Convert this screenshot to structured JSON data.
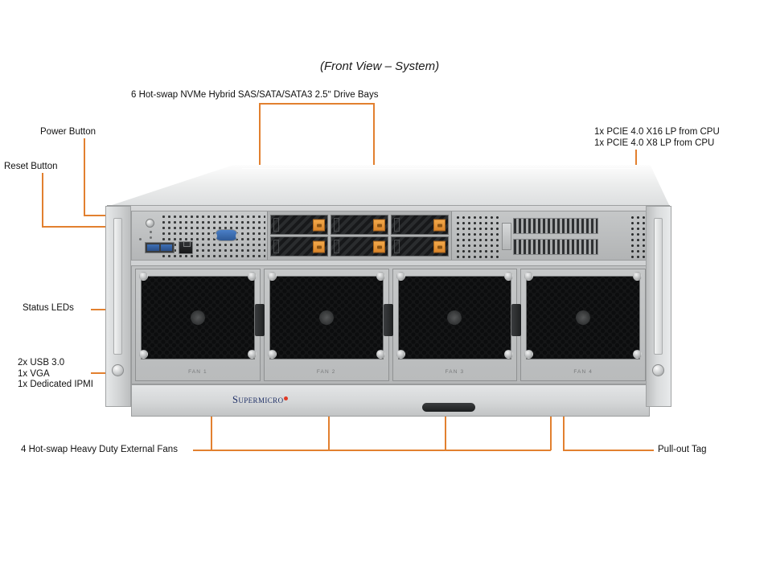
{
  "title": "(Front View – System)",
  "callouts": {
    "drive_bays": "6 Hot-swap NVMe Hybrid SAS/SATA/SATA3  2.5ʺ Drive Bays",
    "power_button": "Power Button",
    "reset_button": "Reset Button",
    "pcie_line1": "1x PCIE 4.0 X16 LP from CPU",
    "pcie_line2": "1x PCIE 4.0 X8 LP from CPU",
    "status_leds": "Status LEDs",
    "io_line1": "2x USB 3.0",
    "io_line2": "1x VGA",
    "io_line3": "1x Dedicated IPMI",
    "fans": "4 Hot-swap Heavy Duty External Fans",
    "pullout_tag": "Pull-out Tag"
  },
  "chassis": {
    "brand": "Supermicro",
    "fan_labels": [
      "FAN 1",
      "FAN 2",
      "FAN 3",
      "FAN 4"
    ],
    "drive_bay_count": 6,
    "fan_count": 4
  },
  "colors": {
    "leader_line": "#e2802f",
    "drive_latch": "#d9842a",
    "brand_text": "#1e2f66",
    "brand_dot": "#e03a26",
    "chassis_body": "#c9cbcc",
    "label_text": "#111111"
  }
}
